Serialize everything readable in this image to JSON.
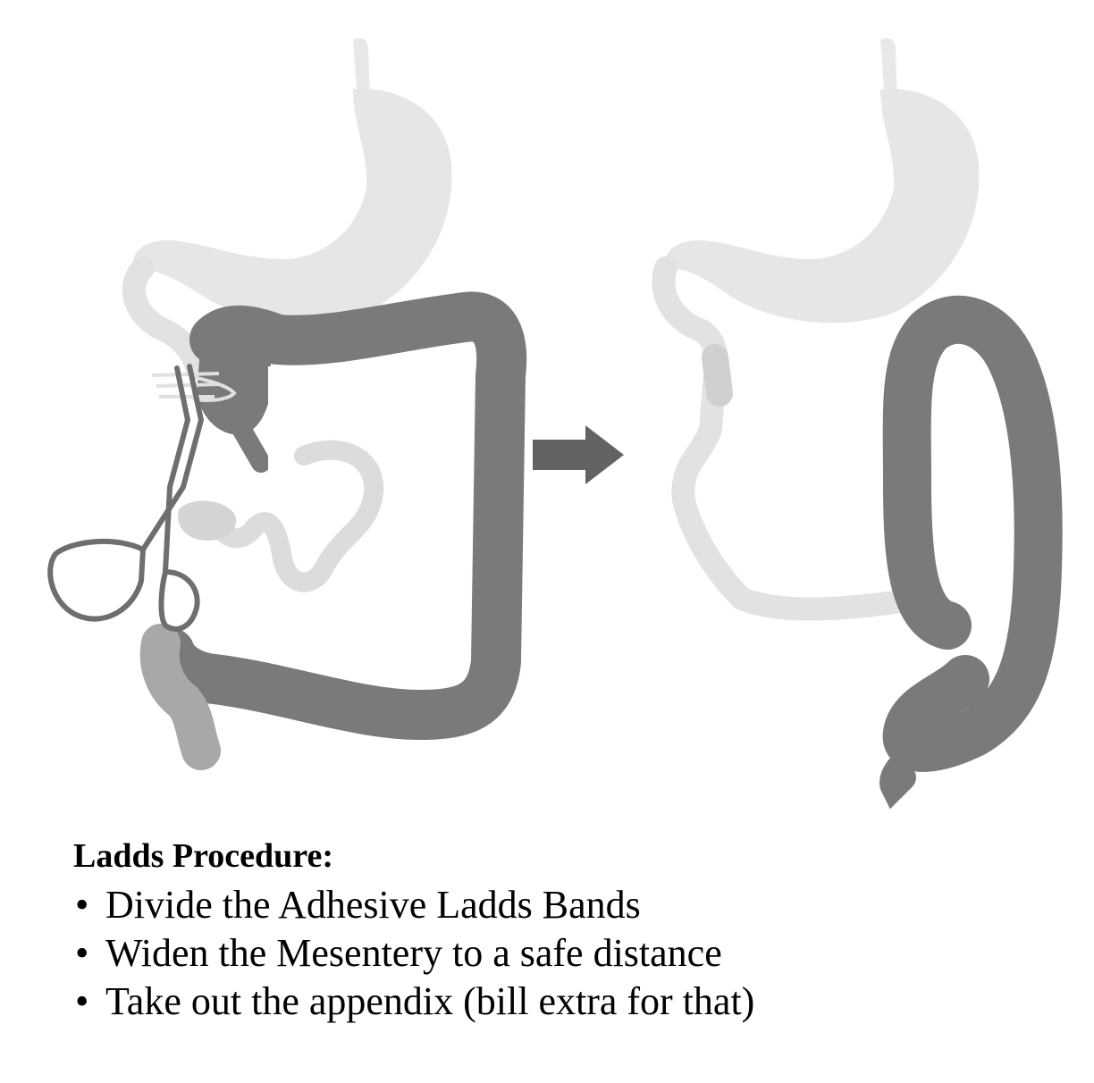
{
  "colors": {
    "light_organ": "#e6e6e6",
    "light_organ_edge": "#dcdcdc",
    "dark_bowel": "#7a7a7a",
    "mid_bowel": "#d6d6d6",
    "clamp": "#6e6e6e",
    "arrow": "#636363",
    "text": "#000000",
    "background": "#ffffff"
  },
  "icons": {
    "clamp": "surgical-clamp-icon",
    "arrow": "right-arrow-icon"
  },
  "caption": {
    "title": "Ladds Procedure:",
    "bullet": "•",
    "items": [
      "Divide the Adhesive Ladds Bands",
      "Widen the Mesentery to a safe distance",
      "Take out the appendix (bill extra for that)"
    ]
  }
}
